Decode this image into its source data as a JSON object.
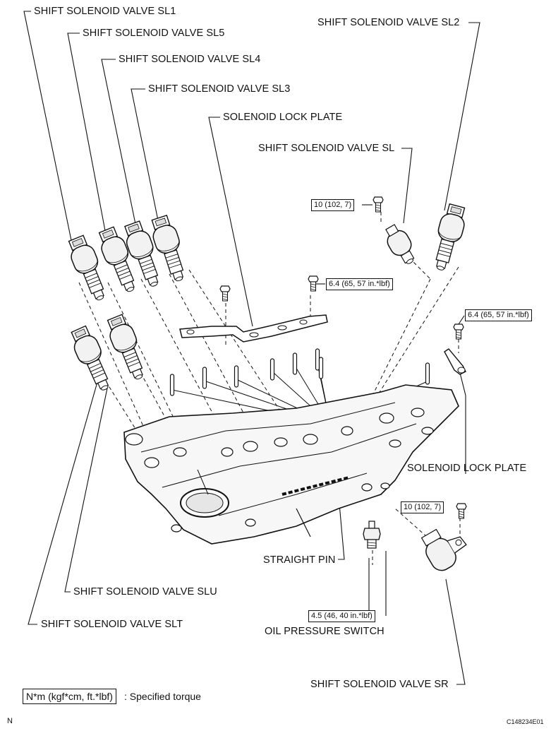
{
  "labels": {
    "sl1": "SHIFT SOLENOID VALVE SL1",
    "sl5": "SHIFT SOLENOID VALVE SL5",
    "sl4": "SHIFT SOLENOID VALVE SL4",
    "sl3": "SHIFT SOLENOID VALVE SL3",
    "sl2": "SHIFT SOLENOID VALVE SL2",
    "lock_plate_top": "SOLENOID LOCK PLATE",
    "sl": "SHIFT SOLENOID VALVE SL",
    "lock_plate_right": "SOLENOID LOCK PLATE",
    "straight_pin": "STRAIGHT PIN",
    "slu": "SHIFT SOLENOID VALVE SLU",
    "slt": "SHIFT SOLENOID VALVE SLT",
    "oil_pressure_switch": "OIL PRESSURE SWITCH",
    "sr": "SHIFT SOLENOID VALVE SR"
  },
  "torques": {
    "sl_bolt": "10 (102, 7)",
    "plate_bolt_top": "6.4 (65, 57 in.*lbf)",
    "plate_bolt_right": "6.4 (65, 57 in.*lbf)",
    "sr_bolt": "10 (102, 7)",
    "oil_switch": "4.5 (46, 40 in.*lbf)"
  },
  "legend": {
    "box": "N*m (kgf*cm, ft.*lbf)",
    "text": ": Specified torque"
  },
  "footer": {
    "north": "N",
    "code": "C148234E01"
  }
}
